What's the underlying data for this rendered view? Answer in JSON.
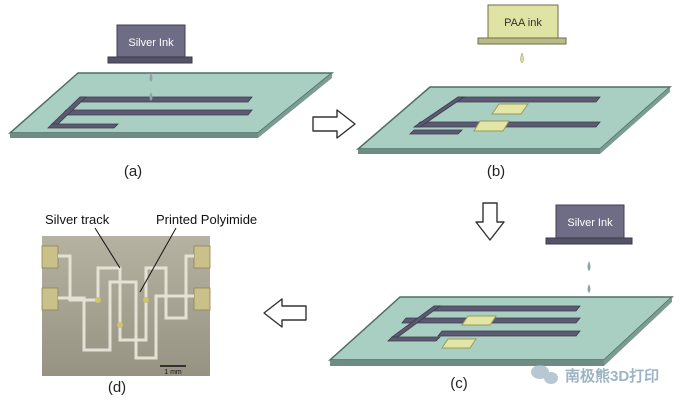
{
  "panel_a": {
    "caption": "(a)",
    "printer_label": "Silver Ink"
  },
  "panel_b": {
    "caption": "(b)",
    "printer_label": "PAA ink"
  },
  "panel_c": {
    "caption": "(c)",
    "printer_label": "Silver Ink"
  },
  "panel_d": {
    "caption": "(d)",
    "label_track": "Silver track",
    "label_polyimide": "Printed Polyimide",
    "scale_bar": "1 mm"
  },
  "watermark": "南极熊3D打印",
  "colors": {
    "substrate": "#a9cfc3",
    "substrate_edge": "#4f6d66",
    "track": "#5c5a72",
    "silver_printer": "#6f6c86",
    "paa_printer": "#dfe3a3",
    "paa_pad": "#e3e6a6",
    "droplet": "#8ea2a8",
    "photo_bg": "#a5a192",
    "photo_pad": "#c9c08a",
    "watermark": "#7b9bb0"
  },
  "icons": [
    "arrow-right-icon",
    "arrow-down-icon",
    "arrow-left-icon",
    "droplet-icon",
    "wechat-icon"
  ]
}
